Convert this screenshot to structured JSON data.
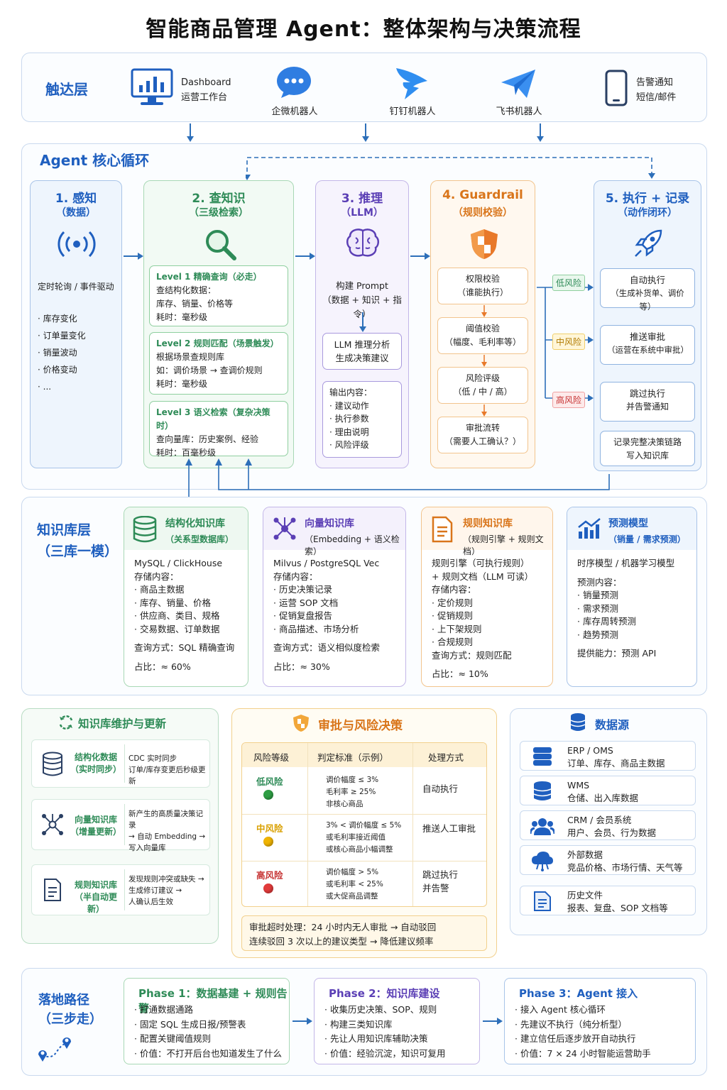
{
  "title": "智能商品管理 Agent：整体架构与决策流程",
  "reach": {
    "label": "触达层",
    "items": [
      {
        "l1": "Dashboard",
        "l2": "运营工作台"
      },
      {
        "l1": "企微机器人"
      },
      {
        "l1": "钉钉机器人"
      },
      {
        "l1": "飞书机器人"
      },
      {
        "l1": "告警通知",
        "l2": "短信/邮件"
      }
    ]
  },
  "core": {
    "label": "Agent 核心循环",
    "c1": {
      "h": "1. 感知",
      "s": "（数据）",
      "trigger": "定时轮询 / 事件驱动",
      "items": [
        "· 库存变化",
        "· 订单量变化",
        "· 销量波动",
        "· 价格变动",
        "· ..."
      ]
    },
    "c2": {
      "h": "2. 查知识",
      "s": "（三级检索）",
      "levels": [
        {
          "t": "Level 1 精确查询（必走）",
          "l": [
            "查结构化数据：",
            "库存、销量、价格等",
            "耗时：毫秒级"
          ]
        },
        {
          "t": "Level 2 规则匹配（场景触发）",
          "l": [
            "根据场景查规则库",
            "如：调价场景 → 查调价规则",
            "耗时：毫秒级"
          ]
        },
        {
          "t": "Level 3 语义检索（复杂决策时）",
          "l": [
            "查向量库：历史案例、经验",
            "耗时：百毫秒级"
          ]
        }
      ]
    },
    "c3": {
      "h": "3. 推理",
      "s": "（LLM）",
      "p1": "构建 Prompt",
      "p2": "（数据 + 知识 + 指令）",
      "b1": "LLM 推理分析",
      "b2": "生成决策建议",
      "out": "输出内容：",
      "outs": [
        "· 建议动作",
        "· 执行参数",
        "· 理由说明",
        "· 风险评级"
      ]
    },
    "c4": {
      "h": "4. Guardrail",
      "s": "（规则校验）",
      "boxes": [
        {
          "a": "权限校验",
          "b": "（谁能执行）"
        },
        {
          "a": "阈值校验",
          "b": "（幅度、毛利率等）"
        },
        {
          "a": "风险评级",
          "b": "（低 / 中 / 高）"
        },
        {
          "a": "审批流转",
          "b": "（需要人工确认？）"
        }
      ]
    },
    "risk": {
      "low": "低风险",
      "mid": "中风险",
      "high": "高风险"
    },
    "c5": {
      "h": "5. 执行 + 记录",
      "s": "（动作闭环）",
      "boxes": [
        {
          "a": "自动执行",
          "b": "（生成补货单、调价等）"
        },
        {
          "a": "推送审批",
          "b": "（运营在系统中审批）"
        },
        {
          "a": "跳过执行",
          "b": "并告警通知"
        },
        {
          "a": "记录完整决策链路",
          "b": "写入知识库"
        }
      ]
    }
  },
  "kbl": {
    "label1": "知识库层",
    "label2": "（三库一模）",
    "cards": [
      {
        "t": "结构化知识库",
        "s": "（关系型数据库）",
        "lines": [
          "MySQL / ClickHouse",
          "存储内容：",
          "· 商品主数据",
          "· 库存、销量、价格",
          "· 供应商、类目、规格",
          "· 交易数据、订单数据",
          "",
          "查询方式：SQL 精确查询",
          "",
          "占比：≈ 60%"
        ]
      },
      {
        "t": "向量知识库",
        "s": "（Embedding + 语义检索）",
        "lines": [
          "Milvus / PostgreSQL Vec",
          "存储内容：",
          "· 历史决策记录",
          "· 运营 SOP 文档",
          "· 促销复盘报告",
          "· 商品描述、市场分析",
          "",
          "查询方式：语义相似度检索",
          "",
          "占比：≈ 30%"
        ]
      },
      {
        "t": "规则知识库",
        "s": "（规则引擎 + 规则文档）",
        "lines": [
          "规则引擎（可执行规则）",
          "+ 规则文档（LLM 可读）",
          "存储内容：",
          "· 定价规则",
          "· 促销规则",
          "· 上下架规则",
          "· 合规规则",
          "查询方式：规则匹配",
          "",
          "占比：≈ 10%"
        ]
      },
      {
        "t": "预测模型",
        "s": "（销量 / 需求预测）",
        "lines": [
          "时序模型 / 机器学习模型",
          "",
          "预测内容：",
          "· 销量预测",
          "· 需求预测",
          "· 库存周转预测",
          "· 趋势预测",
          "",
          "提供能力：预测 API"
        ]
      }
    ]
  },
  "maint": {
    "title": "知识库维护与更新",
    "items": [
      {
        "a": "结构化数据",
        "b": "（实时同步）",
        "d": [
          "CDC 实时同步",
          "订单/库存变更后秒级更新"
        ]
      },
      {
        "a": "向量知识库",
        "b": "（增量更新）",
        "d": [
          "新产生的高质量决策记录",
          "→ 自动 Embedding →",
          "写入向量库"
        ]
      },
      {
        "a": "规则知识库",
        "b": "（半自动更新）",
        "d": [
          "发现规则冲突或缺失 →",
          "生成修订建议 →",
          "人确认后生效"
        ]
      }
    ]
  },
  "approval": {
    "title": "审批与风险决策",
    "headers": [
      "风险等级",
      "判定标准（示例）",
      "处理方式"
    ],
    "rows": [
      {
        "lvl": "低风险",
        "color": "#2e9e44",
        "crit": [
          "调价幅度 ≤ 3%",
          "毛利率 ≥ 25%",
          "非核心商品"
        ],
        "act": [
          "自动执行"
        ]
      },
      {
        "lvl": "中风险",
        "color": "#f0b400",
        "crit": [
          "3% < 调价幅度 ≤ 5%",
          "或毛利率接近阈值",
          "或核心商品小幅调整"
        ],
        "act": [
          "推送人工审批"
        ]
      },
      {
        "lvl": "高风险",
        "color": "#e23b3b",
        "crit": [
          "调价幅度 > 5%",
          "或毛利率 < 25%",
          "或大促商品调整"
        ],
        "act": [
          "跳过执行",
          "并告警"
        ]
      }
    ],
    "note1": "审批超时处理：24 小时内无人审批 → 自动驳回",
    "note2": "连续驳回 3 次以上的建议类型 → 降低建议频率"
  },
  "ds": {
    "title": "数据源",
    "items": [
      {
        "a": "ERP / OMS",
        "b": "订单、库存、商品主数据"
      },
      {
        "a": "WMS",
        "b": "仓储、出入库数据"
      },
      {
        "a": "CRM / 会员系统",
        "b": "用户、会员、行为数据"
      },
      {
        "a": "外部数据",
        "b": "竞品价格、市场行情、天气等"
      },
      {
        "a": "历史文件",
        "b": "报表、复盘、SOP 文档等"
      }
    ]
  },
  "road": {
    "label1": "落地路径",
    "label2": "（三步走）",
    "phases": [
      {
        "t": "Phase 1：数据基建 + 规则告警",
        "l": [
          "· 打通数据通路",
          "· 固定 SQL 生成日报/预警表",
          "· 配置关键阈值规则",
          "· 价值：不打开后台也知道发生了什么"
        ]
      },
      {
        "t": "Phase 2：知识库建设",
        "l": [
          "· 收集历史决策、SOP、规则",
          "· 构建三类知识库",
          "· 先让人用知识库辅助决策",
          "· 价值：经验沉淀，知识可复用"
        ]
      },
      {
        "t": "Phase 3：Agent 接入",
        "l": [
          "· 接入 Agent 核心循环",
          "· 先建议不执行（纯分析型）",
          "· 建立信任后逐步放开自动执行",
          "· 价值：7 × 24 小时智能运营助手"
        ]
      }
    ]
  },
  "colors": {
    "blue": "#1f5fbf",
    "green": "#2e8b57",
    "purple": "#5b3fb5",
    "orange": "#d9751a"
  }
}
